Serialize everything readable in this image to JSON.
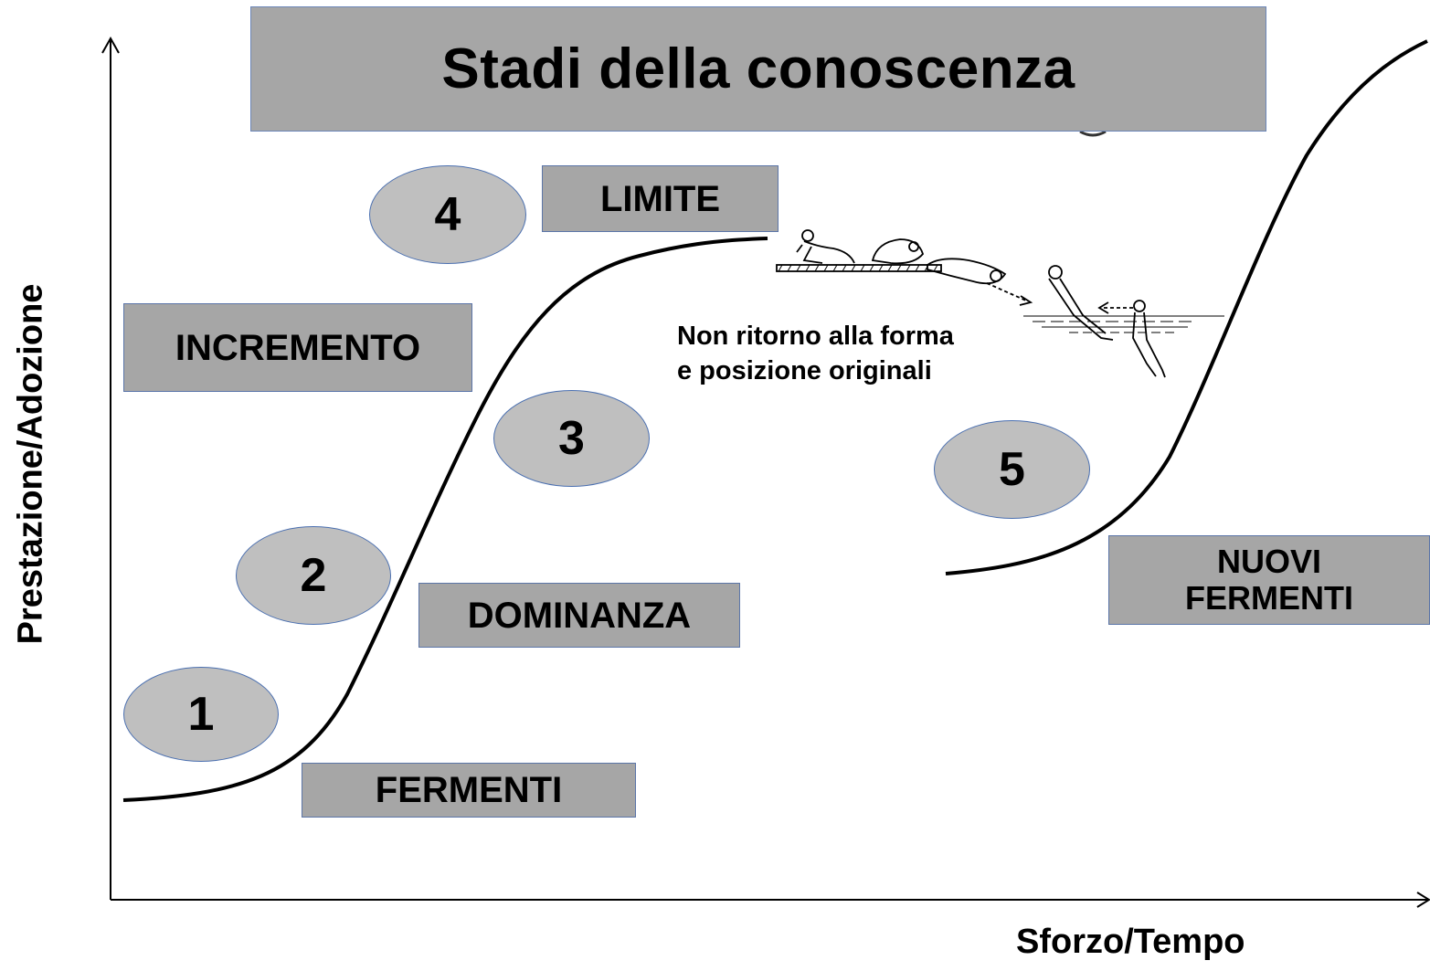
{
  "title": "Stadi della conoscenza",
  "axes": {
    "y_label": "Prestazione/Adozione",
    "x_label": "Sforzo/Tempo"
  },
  "stage_labels": {
    "fermenti": "FERMENTI",
    "dominanza": "DOMINANZA",
    "incremento": "INCREMENTO",
    "limite": "LIMITE",
    "nuovi_fermenti_line1": "NUOVI",
    "nuovi_fermenti_line2": "FERMENTI"
  },
  "stage_numbers": [
    "1",
    "2",
    "3",
    "4",
    "5"
  ],
  "annotation": {
    "line1": "Non ritorno alla forma",
    "line2": "e posizione originali"
  },
  "colors": {
    "box_fill": "#a6a6a6",
    "ellipse_fill": "#bfbfbf",
    "ellipse_border": "#4a6fb0",
    "curve": "#000000"
  },
  "icons": [
    "diver-sequence-illustration"
  ]
}
